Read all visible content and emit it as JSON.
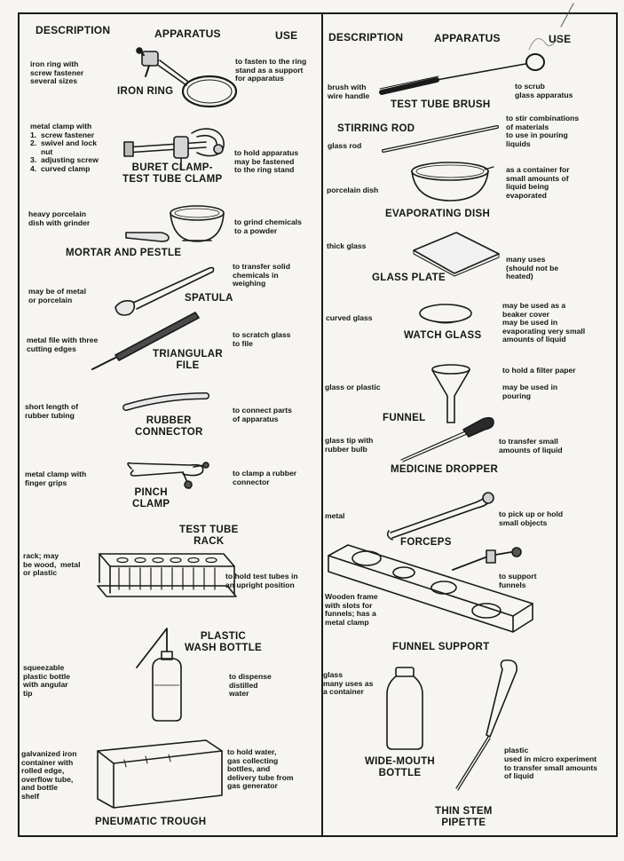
{
  "headers": {
    "left": {
      "description": "DESCRIPTION",
      "apparatus": "APPARATUS",
      "use": "USE"
    },
    "right": {
      "description": "DESCRIPTION",
      "apparatus": "APPARATUS",
      "use": "USE"
    }
  },
  "left_items": [
    {
      "name": "IRON RING",
      "description": "iron ring with\nscrew fastener\nseveral sizes",
      "use": "to fasten to the ring\nstand as a support\nfor apparatus"
    },
    {
      "name": "BURET CLAMP-\nTEST TUBE CLAMP",
      "description": "metal clamp with\n1.  screw fastener\n2.  swivel and lock\n     nut\n3.  adjusting screw\n4.  curved clamp",
      "use": "to hold apparatus\nmay be fastened\nto the ring stand"
    },
    {
      "name": "MORTAR AND PESTLE",
      "description": "heavy porcelain\ndish with grinder",
      "use": "to grind chemicals\nto a powder"
    },
    {
      "name": "SPATULA",
      "description": "may be of metal\nor porcelain",
      "use": "to transfer solid\nchemicals in\nweighing"
    },
    {
      "name": "TRIANGULAR\nFILE",
      "description": "metal file with three\ncutting edges",
      "use": "to scratch glass\nto file"
    },
    {
      "name": "RUBBER\nCONNECTOR",
      "description": "short length of\nrubber tubing",
      "use": "to connect parts\nof apparatus"
    },
    {
      "name": "PINCH\nCLAMP",
      "description": "metal clamp with\nfinger grips",
      "use": "to clamp a rubber\nconnector"
    },
    {
      "name": "TEST TUBE\nRACK",
      "description": "rack; may\nbe wood,  metal\nor plastic",
      "use": "to hold test tubes in\nan upright position"
    },
    {
      "name": "PLASTIC\nWASH BOTTLE",
      "description": "squeezable\nplastic bottle\nwith angular\ntip",
      "use": "to dispense\ndistilled\nwater"
    },
    {
      "name": "PNEUMATIC TROUGH",
      "description": "galvanized iron\ncontainer with\nrolled edge,\noverflow tube,\nand bottle\nshelf",
      "use": "to hold water,\ngas collecting\nbottles, and\ndelivery tube from\ngas generator"
    }
  ],
  "right_items": [
    {
      "name": "TEST TUBE BRUSH",
      "description": "brush with\nwire handle",
      "use": "to scrub\nglass apparatus"
    },
    {
      "name": "STIRRING ROD",
      "description": "glass rod",
      "use": "to stir combinations\nof materials\nto use in pouring\nliquids"
    },
    {
      "name": "EVAPORATING DISH",
      "description": "porcelain dish",
      "use": "as a container for\nsmall amounts of\nliquid being\nevaporated"
    },
    {
      "name": "GLASS PLATE",
      "description": "thick glass",
      "use": "many uses\n(should not be\nheated)"
    },
    {
      "name": "WATCH GLASS",
      "description": "curved glass",
      "use": "may be used as a\nbeaker cover\nmay be used in\nevaporating very small\namounts of liquid"
    },
    {
      "name": "FUNNEL",
      "description": "glass or plastic",
      "use": "to hold a filter paper\n\nmay be used in\npouring"
    },
    {
      "name": "MEDICINE DROPPER",
      "description": "glass tip with\nrubber bulb",
      "use": "to transfer small\namounts of liquid"
    },
    {
      "name": "FORCEPS",
      "description": "metal",
      "use": "to pick up or hold\nsmall objects"
    },
    {
      "name": "FUNNEL SUPPORT",
      "description": "Wooden frame\nwith slots for\nfunnels; has a\nmetal clamp",
      "use": "to support\nfunnels"
    },
    {
      "name": "WIDE-MOUTH\nBOTTLE",
      "description": "glass\nmany uses as\na container",
      "use": ""
    },
    {
      "name": "THIN STEM\nPIPETTE",
      "description": "plastic",
      "use": "used in micro experiment\nto transfer small amounts\nof liquid"
    }
  ],
  "colors": {
    "ink": "#151515",
    "paper": "#f6f5f2"
  }
}
